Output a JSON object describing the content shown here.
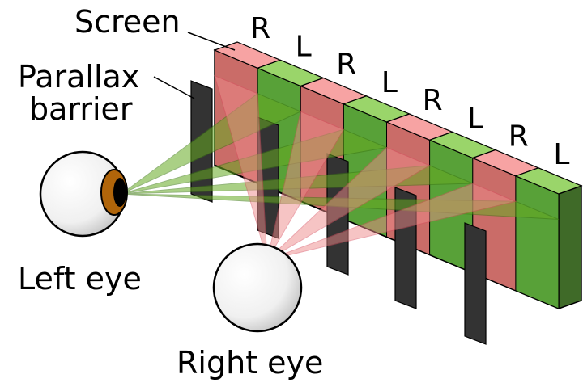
{
  "labels": {
    "screen": "Screen",
    "barrier_line1": "Parallax",
    "barrier_line2": "barrier",
    "left_eye": "Left eye",
    "right_eye": "Right eye"
  },
  "strips": [
    "R",
    "L",
    "R",
    "L",
    "R",
    "L",
    "R",
    "L"
  ],
  "colors": {
    "red_strip_top": "#f7a3a3",
    "red_strip_front": "#e06a72",
    "green_strip_top": "#9ad56a",
    "green_strip_front": "#5aa83a",
    "barrier": "#333333",
    "left_eye_rays": "#66aa22",
    "right_eye_rays": "#ee8a8a",
    "iris": "#b0650a",
    "pupil": "#000000",
    "eyeball": "#f0f0f0"
  },
  "icons": {
    "left_eye": "eyeball-with-iris",
    "right_eye": "eyeball-back-view"
  }
}
